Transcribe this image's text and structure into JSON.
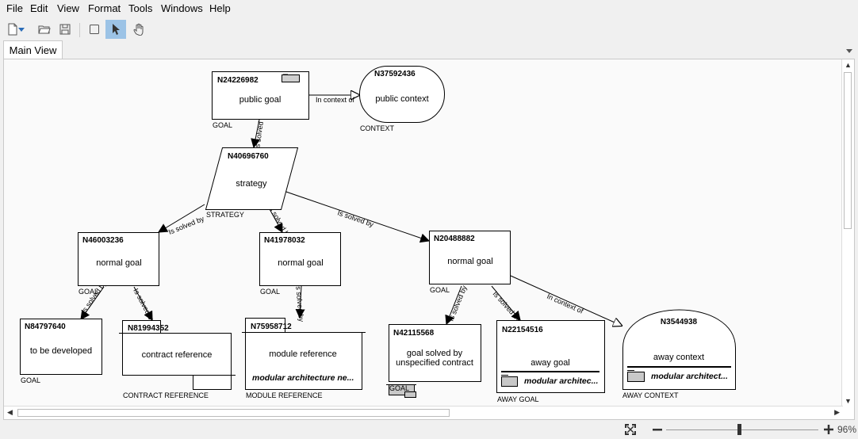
{
  "menu": {
    "items": [
      {
        "label": "File"
      },
      {
        "label": "Edit"
      },
      {
        "label": "View"
      },
      {
        "label": "Format"
      },
      {
        "label": "Tools"
      },
      {
        "label": "Windows"
      },
      {
        "label": "Help"
      }
    ]
  },
  "toolbar": {
    "tools": [
      "new-file-icon",
      "chevron-down-icon",
      "open-folder-icon",
      "save-icon",
      "rectangle-select-icon",
      "pointer-icon",
      "hand-pan-icon"
    ],
    "active_tool": "pointer-icon"
  },
  "tabs": [
    {
      "label": "Main View"
    }
  ],
  "diagram": {
    "nodes": {
      "n1": {
        "id": "N24226982",
        "text": "public goal",
        "type": "GOAL"
      },
      "n2": {
        "id": "N37592436",
        "text": "public context",
        "type": "CONTEXT"
      },
      "n3": {
        "id": "N40696760",
        "text": "strategy",
        "type": "STRATEGY"
      },
      "n4": {
        "id": "N46003236",
        "text": "normal goal",
        "type": "GOAL"
      },
      "n5": {
        "id": "N41978032",
        "text": "normal goal",
        "type": "GOAL"
      },
      "n6": {
        "id": "N20488882",
        "text": "normal goal",
        "type": "GOAL"
      },
      "n7": {
        "id": "N84797640",
        "text": "to be developed",
        "type": "GOAL"
      },
      "n8": {
        "id": "N81994352",
        "text": "contract reference",
        "type": "CONTRACT REFERENCE"
      },
      "n9": {
        "id": "N75958712",
        "text": "module reference",
        "subtext": "modular architecture ne...",
        "type": "MODULE REFERENCE"
      },
      "n10": {
        "id": "N42115568",
        "text1": "goal solved by",
        "text2": "unspecified contract",
        "type": "GOAL"
      },
      "n11": {
        "id": "N22154516",
        "text": "away goal",
        "subtext": "modular architec...",
        "type": "AWAY GOAL"
      },
      "n12": {
        "id": "N3544938",
        "text": "away context",
        "subtext": "modular architect...",
        "type": "AWAY CONTEXT"
      }
    },
    "edges": {
      "in_context_of": "In context of",
      "is_solved_by": "Is solved by"
    }
  },
  "status": {
    "fit_icon": "fit-to-screen-icon",
    "zoom_out": "zoom-out-icon",
    "zoom_in": "zoom-in-icon",
    "zoom_value": "96%",
    "zoom_fraction": 0.48
  }
}
